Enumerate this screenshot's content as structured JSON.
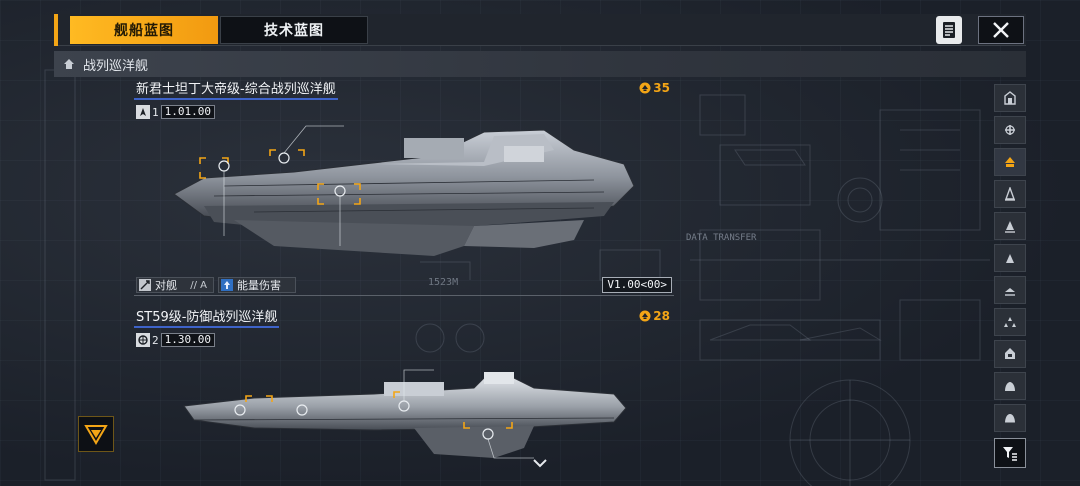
{
  "tabs": [
    {
      "label": "舰船蓝图",
      "active": true
    },
    {
      "label": "技术蓝图",
      "active": false
    }
  ],
  "toolbar": {
    "doc_icon": "document-icon",
    "close_icon": "close-icon"
  },
  "category": {
    "label": "战列巡洋舰",
    "icon": "battlecruiser-class-icon"
  },
  "ships": [
    {
      "name": "新君士坦丁大帝级-综合战列巡洋舰",
      "cost": "35",
      "level": "1",
      "version": "1.01.00",
      "tags": [
        {
          "label": "对舰",
          "extra": "// A",
          "icon": "anti-ship-icon"
        },
        {
          "label": "能量伤害",
          "icon": "energy-damage-icon"
        }
      ],
      "version_tag": "V1.00<00>"
    },
    {
      "name": "ST59级-防御战列巡洋舰",
      "cost": "28",
      "level": "2",
      "version": "1.30.00"
    }
  ],
  "blueprint_labels": {
    "data_transfer": "DATA TRANSFER",
    "length": "1523M"
  },
  "colors": {
    "accent": "#f3a516",
    "highlight": "#3e63c9",
    "bg": "#1d222b"
  }
}
